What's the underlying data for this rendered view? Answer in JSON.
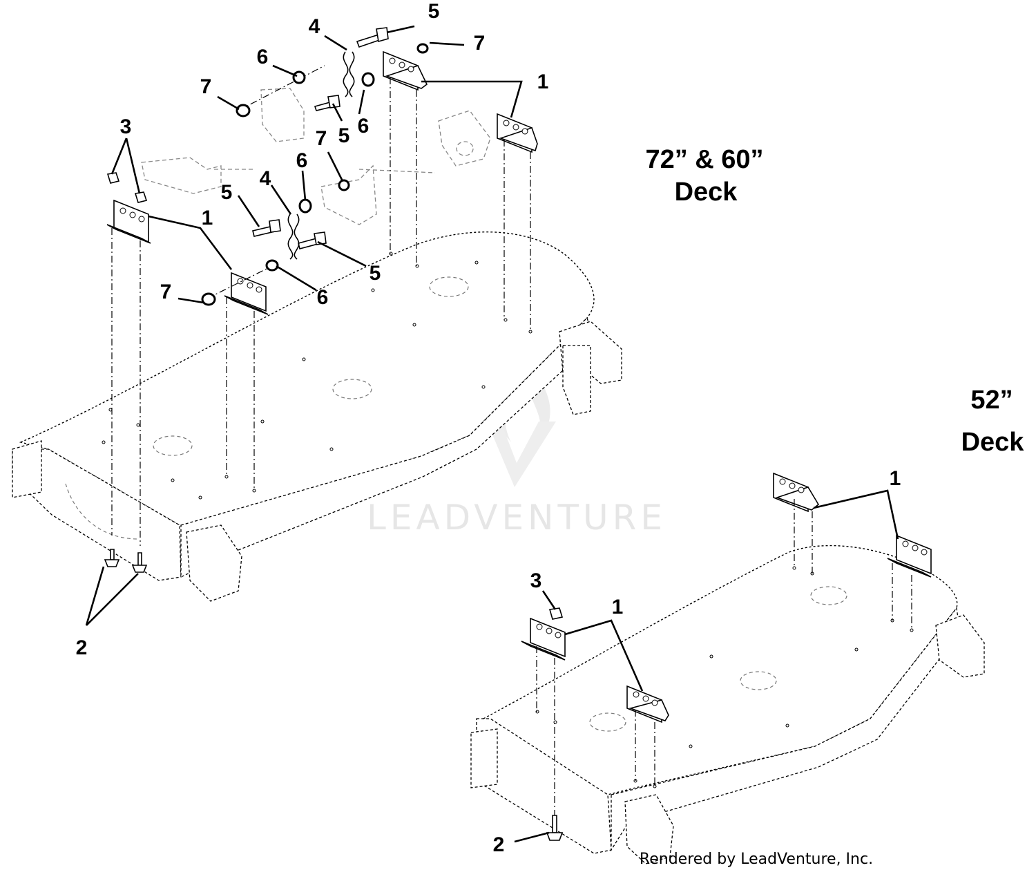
{
  "titles": {
    "large_deck": "72” & 60”",
    "large_deck_word": "Deck",
    "small_deck": "52”",
    "small_deck_word": "Deck"
  },
  "callouts": {
    "one": "1",
    "two": "2",
    "three": "3",
    "four": "4",
    "five": "5",
    "six": "6",
    "seven": "7"
  },
  "footer": {
    "rendered_by": "Rendered by LeadVenture, Inc."
  },
  "watermark": {
    "text": "LEADVENTURE",
    "color": "#e6e6e6"
  }
}
